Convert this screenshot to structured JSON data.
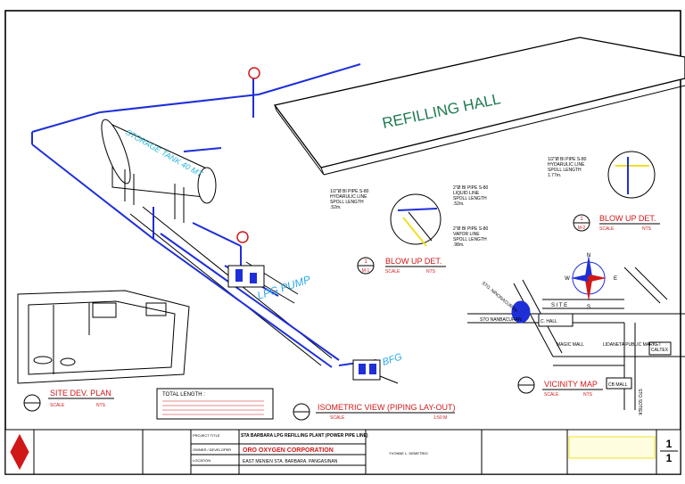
{
  "drawing": {
    "hall_title": "REFILLING HALL",
    "tank_label": "STORAGE TANK 40 MT",
    "pump_label": "LPG PUMP",
    "bfg_label": "BFG",
    "north": "N",
    "south": "S",
    "east": "E",
    "west": "W",
    "iso_title": "ISOMETRIC VIEW (PIPING LAY-OUT)",
    "iso_scale_label": "SCALE",
    "iso_scale_value": "1:50 M",
    "site_title": "SITE DEV. PLAN",
    "site_scale_label": "SCALE",
    "site_scale_value": "NTS",
    "vicinity_title": "VICINITY MAP",
    "vicinity_scale_label": "SCALE",
    "vicinity_scale_value": "NTS",
    "blowup1": {
      "title": "BLOW UP DET.",
      "scale": "SCALE",
      "nts": "NTS",
      "num": "1",
      "ref": "M-1",
      "note_left": [
        "1/2\"Ø BI PIPE S-80",
        "HYDARULIC LINE",
        "SPOLL LENGTH",
        ".52m."
      ],
      "note_right_top": [
        "2\"Ø BI PIPE S-80",
        "LIQUID LINE",
        "SPOLL LENGTH",
        ".52m."
      ],
      "note_right_bot": [
        "2\"Ø BI PIPE S-80",
        "VAPOR LINE",
        "SPOLL LENGTH",
        ".98m."
      ]
    },
    "blowup2": {
      "title": "BLOW UP DET.",
      "scale": "SCALE",
      "nts": "NTS",
      "num": "1",
      "ref": "M-2",
      "note": [
        "1/2\"Ø BI PIPE S-80",
        "HYDARULIC LINE",
        "SPOLL LENGTH",
        "1.77m."
      ]
    },
    "vicinity": {
      "sto_ninonacuran": "STO. NINONACURAN",
      "sto_nanbacuran": "STO NANBACURAN",
      "c_hall": "C. HALL",
      "magic_mall": "MAGIC MALL",
      "lidaneta_market": "LIDANETA PUBLIC MARKET",
      "caltex": "CALTEX",
      "cb_mall": "CB MALL",
      "sto_sotiek": "STO SOTIEK",
      "site": "S I T E"
    },
    "total_length_title": "TOTAL LENGTH :"
  },
  "title_block": {
    "project_title_label": "PROJECT TITLE",
    "project_title": "STA BARBARA LPG REFILLING PLANT (POWER PIPE LINE)",
    "owner_label": "OWNER / DEVELOPER",
    "owner": "ORO OXYGEN CORPORATION",
    "location_label": "LOCATION",
    "location": "EAST MENIEN STA. BARBARA, PANGASINAN",
    "sign_name": "YVONNE L. DEMETRIO",
    "sheet_no": "1",
    "sheet_total": "1"
  },
  "colors": {
    "pipe_blue": "#1e2fd8",
    "label_cyan": "#29a9e6",
    "marker_red": "#d01818",
    "hall_green": "#1f7a4f",
    "tank_cyan": "#22b8d8",
    "yellow": "#f0e020"
  }
}
